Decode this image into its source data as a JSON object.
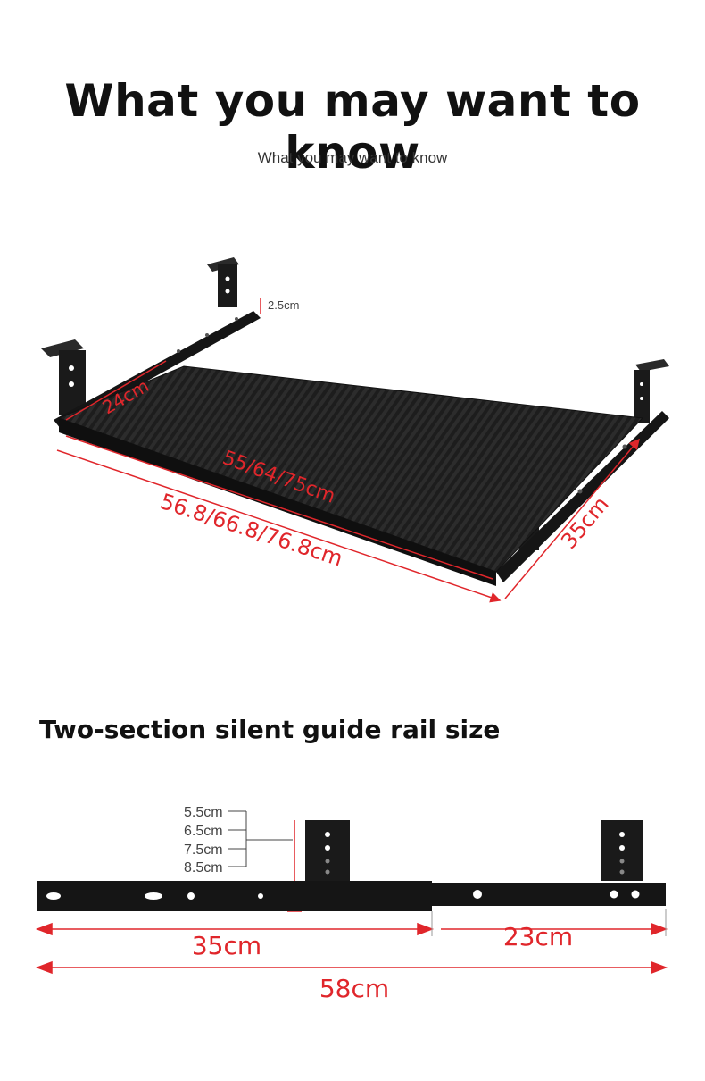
{
  "header": {
    "title": "What you may want to know",
    "subtitle": "What you may want to know"
  },
  "tray_diagram": {
    "bracket_height": "2.5cm",
    "tray_depth": "24cm",
    "tray_width": "55/64/75cm",
    "total_width": "56.8/66.8/76.8cm",
    "rail_length": "35cm"
  },
  "rail_section": {
    "title": "Two-section silent guide rail size",
    "height_options": [
      "5.5cm",
      "6.5cm",
      "7.5cm",
      "8.5cm"
    ],
    "fixed_section_length": "35cm",
    "extension_length": "23cm",
    "total_length": "58cm"
  },
  "colors": {
    "dimension_red": "#e0262b",
    "metal_black": "#1a1a1a",
    "carbon_panel": "#202020"
  }
}
